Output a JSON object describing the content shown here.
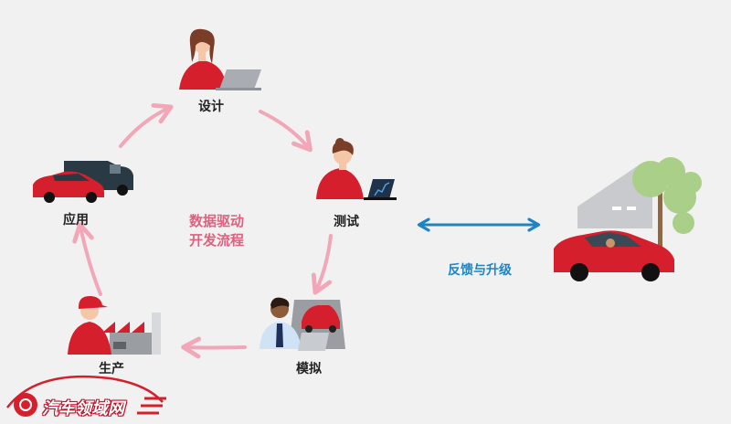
{
  "diagram": {
    "center_lines": [
      "数据驱动",
      "开发流程"
    ],
    "steps": {
      "design": "设计",
      "test": "测试",
      "simulate": "模拟",
      "produce": "生产",
      "apply": "应用"
    },
    "feedback_label": "反馈与升级"
  },
  "watermark": {
    "text": "汽车领域网"
  },
  "colors": {
    "cycle_arrow": "#f2a7b8",
    "center_text": "#e0607e",
    "feedback_arrow": "#1f84c4",
    "brand_red": "#d51f2c"
  }
}
